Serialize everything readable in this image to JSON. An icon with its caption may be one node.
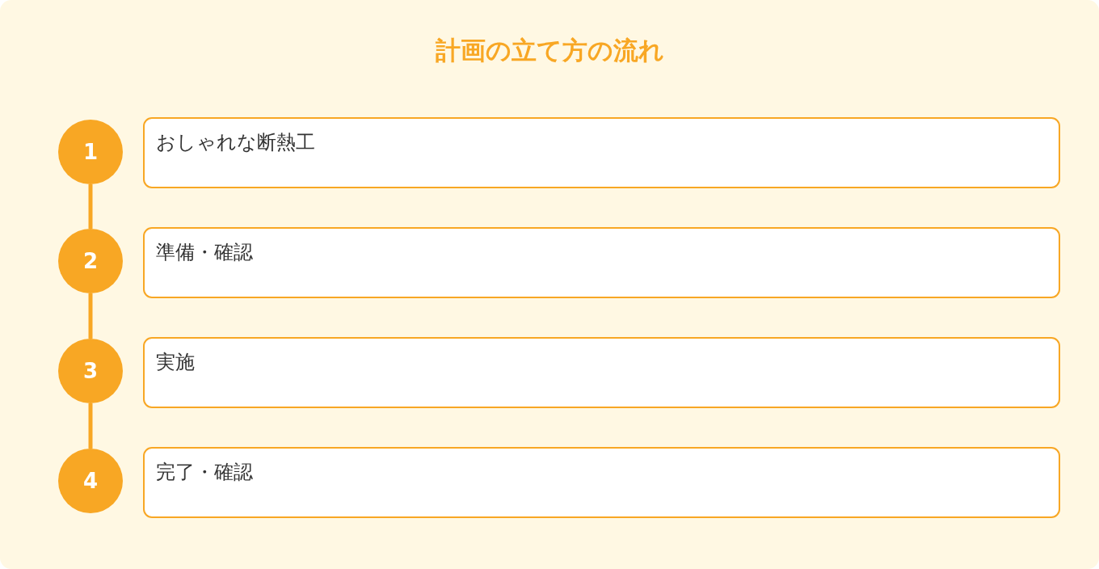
{
  "diagram": {
    "title": "計画の立て方の流れ",
    "nodes": [
      {
        "text": [
          "1"
        ]
      },
      {
        "text": [
          "おしゃれな断熱工"
        ]
      },
      {
        "text": [
          "2"
        ]
      },
      {
        "text": [
          "準備・確認"
        ]
      },
      {
        "text": [
          "3"
        ]
      },
      {
        "text": [
          "実施"
        ]
      },
      {
        "text": [
          "4"
        ]
      },
      {
        "text": [
          "完了・確認"
        ]
      }
    ],
    "edges": [
      {
        "from": 0,
        "to": 2,
        "arrow": "none"
      },
      {
        "from": 2,
        "to": 4,
        "arrow": "none"
      },
      {
        "from": 4,
        "to": 6,
        "arrow": "none"
      }
    ]
  }
}
